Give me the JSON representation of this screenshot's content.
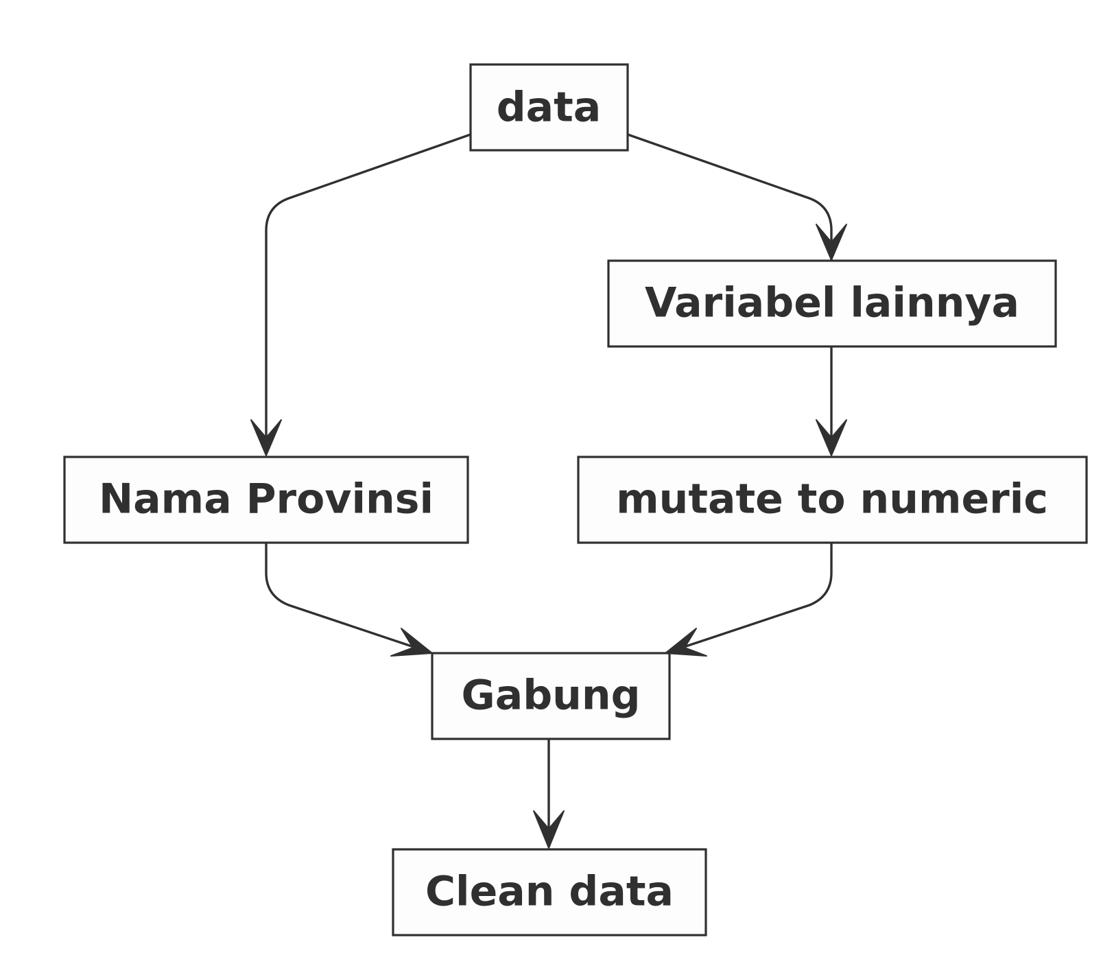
{
  "diagram": {
    "nodes": {
      "data": "data",
      "variabel": "Variabel lainnya",
      "nama": "Nama Provinsi",
      "mutate": "mutate to numeric",
      "gabung": "Gabung",
      "clean": "Clean data"
    }
  }
}
